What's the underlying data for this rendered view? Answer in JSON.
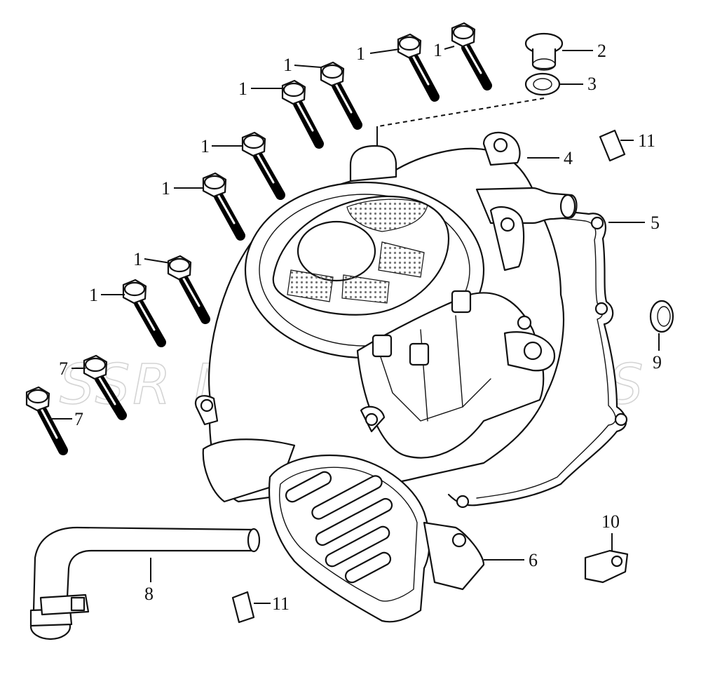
{
  "watermark": "SSR MOTORSPORTS",
  "callouts": [
    {
      "id": "c1a",
      "label": "1"
    },
    {
      "id": "c1b",
      "label": "1"
    },
    {
      "id": "c1c",
      "label": "1"
    },
    {
      "id": "c1d",
      "label": "1"
    },
    {
      "id": "c1e",
      "label": "1"
    },
    {
      "id": "c1f",
      "label": "1"
    },
    {
      "id": "c1g",
      "label": "1"
    },
    {
      "id": "c1h",
      "label": "1"
    },
    {
      "id": "c2",
      "label": "2"
    },
    {
      "id": "c3",
      "label": "3"
    },
    {
      "id": "c4",
      "label": "4"
    },
    {
      "id": "c5",
      "label": "5"
    },
    {
      "id": "c6",
      "label": "6"
    },
    {
      "id": "c7a",
      "label": "7"
    },
    {
      "id": "c7b",
      "label": "7"
    },
    {
      "id": "c8",
      "label": "8"
    },
    {
      "id": "c9",
      "label": "9"
    },
    {
      "id": "c10",
      "label": "10"
    },
    {
      "id": "c11a",
      "label": "11"
    },
    {
      "id": "c11b",
      "label": "11"
    }
  ]
}
